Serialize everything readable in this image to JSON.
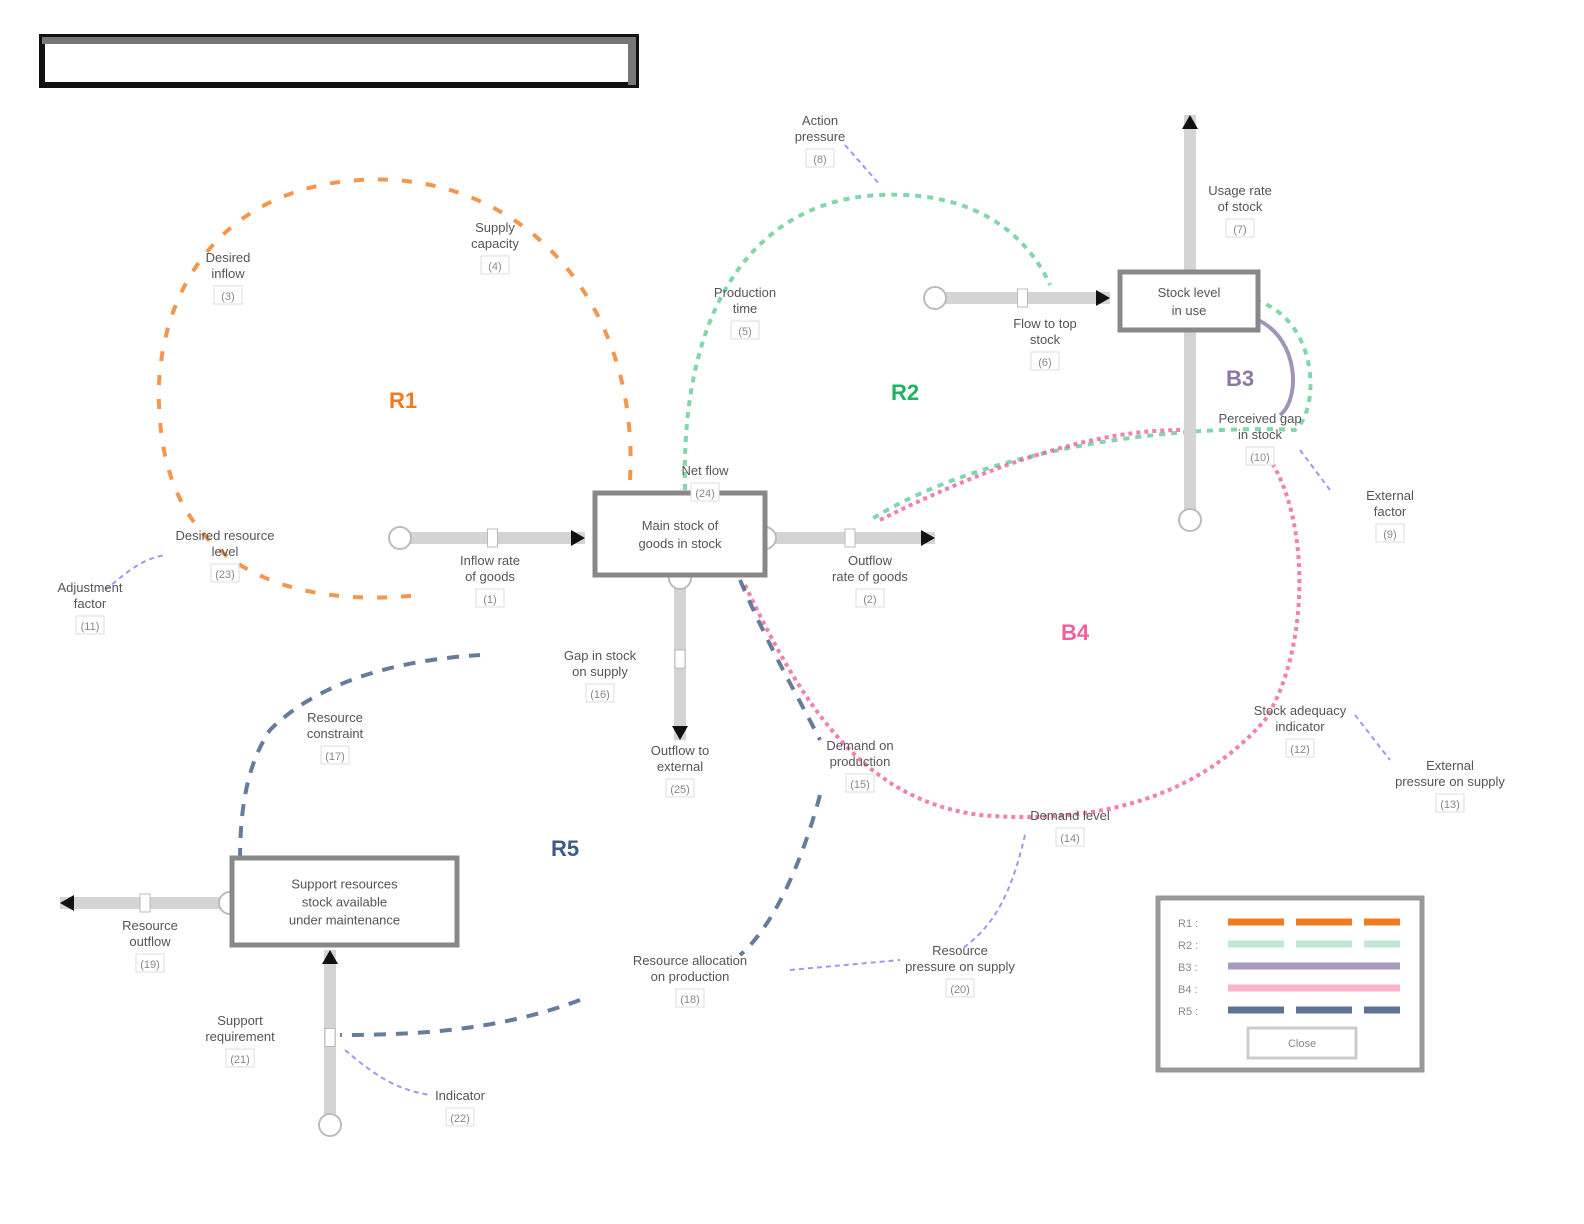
{
  "title": "",
  "stocks": [
    {
      "id": "main",
      "lines": [
        "Main stock of",
        "goods in stock"
      ]
    },
    {
      "id": "top-right",
      "lines": [
        "Stock level",
        "in use"
      ]
    },
    {
      "id": "bottom-left",
      "lines": [
        "Support resources",
        "stock available",
        "under maintenance"
      ]
    }
  ],
  "variables": [
    {
      "lines": [
        "Inflow rate",
        "of goods"
      ],
      "tag": "(1)"
    },
    {
      "lines": [
        "Outflow",
        "rate of goods"
      ],
      "tag": "(2)"
    },
    {
      "lines": [
        "Desired",
        "inflow"
      ],
      "tag": "(3)"
    },
    {
      "lines": [
        "Supply",
        "capacity"
      ],
      "tag": "(4)"
    },
    {
      "lines": [
        "Production",
        "time"
      ],
      "tag": "(5)"
    },
    {
      "lines": [
        "Flow to top",
        "stock"
      ],
      "tag": "(6)"
    },
    {
      "lines": [
        "Usage rate",
        "of stock"
      ],
      "tag": "(7)"
    },
    {
      "lines": [
        "Action",
        "pressure"
      ],
      "tag": "(8)"
    },
    {
      "lines": [
        "External",
        "factor"
      ],
      "tag": "(9)"
    },
    {
      "lines": [
        "Perceived gap",
        "in stock"
      ],
      "tag": "(10)"
    },
    {
      "lines": [
        "Adjustment",
        "factor"
      ],
      "tag": "(11)"
    },
    {
      "lines": [
        "Stock adequacy",
        "indicator"
      ],
      "tag": "(12)"
    },
    {
      "lines": [
        "External",
        "pressure on supply"
      ],
      "tag": "(13)"
    },
    {
      "lines": [
        "Demand level"
      ],
      "tag": "(14)"
    },
    {
      "lines": [
        "Demand on",
        "production"
      ],
      "tag": "(15)"
    },
    {
      "lines": [
        "Gap in stock",
        "on supply"
      ],
      "tag": "(16)"
    },
    {
      "lines": [
        "Resource",
        "constraint"
      ],
      "tag": "(17)"
    },
    {
      "lines": [
        "Resource allocation",
        "on production"
      ],
      "tag": "(18)"
    },
    {
      "lines": [
        "Resource",
        "outflow"
      ],
      "tag": "(19)"
    },
    {
      "lines": [
        "Resource",
        "pressure on supply"
      ],
      "tag": "(20)"
    },
    {
      "lines": [
        "Support",
        "requirement"
      ],
      "tag": "(21)"
    },
    {
      "lines": [
        "Indicator"
      ],
      "tag": "(22)"
    },
    {
      "lines": [
        "Desired resource",
        "level"
      ],
      "tag": "(23)"
    },
    {
      "lines": [
        "Net flow"
      ],
      "tag": "(24)"
    },
    {
      "lines": [
        "Outflow to",
        "external"
      ],
      "tag": "(25)"
    }
  ],
  "loops": [
    {
      "label": "R1",
      "color": "#f47a20"
    },
    {
      "label": "R2",
      "color": "#1db264"
    },
    {
      "label": "B3",
      "color": "#8a79a8"
    },
    {
      "label": "B4",
      "color": "#f0609a"
    },
    {
      "label": "R5",
      "color": "#3e5b86"
    }
  ],
  "legend": {
    "rows": [
      {
        "label": "R1 :",
        "color": "#f47a20",
        "style": "dash"
      },
      {
        "label": "R2 :",
        "color": "#bfe9d3",
        "style": "dash"
      },
      {
        "label": "B3 :",
        "color": "#a99bbd",
        "style": "solid"
      },
      {
        "label": "B4 :",
        "color": "#f9b3cc",
        "style": "solid"
      },
      {
        "label": "R5 :",
        "color": "#5d7496",
        "style": "dash"
      }
    ],
    "button": "Close"
  }
}
